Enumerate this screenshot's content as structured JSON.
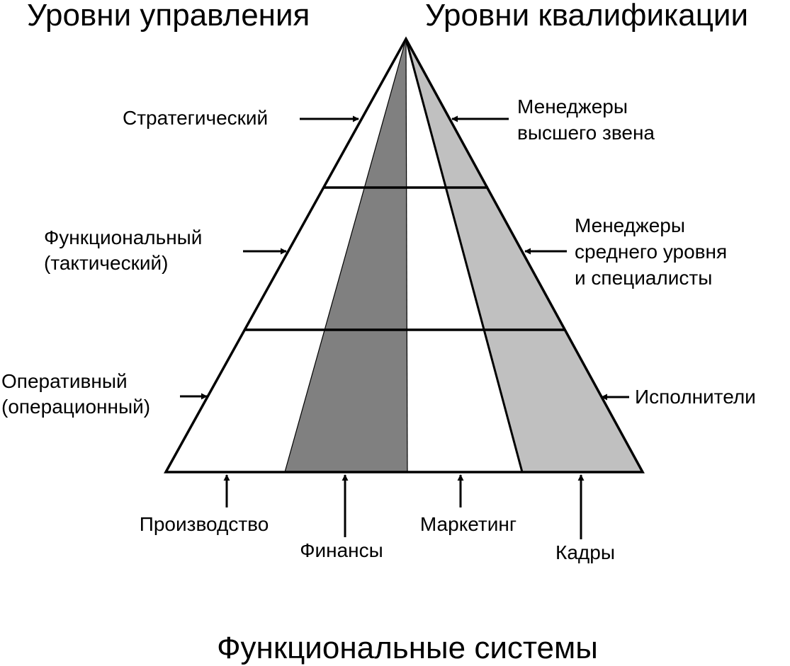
{
  "headings": {
    "management_levels": "Уровни управления",
    "qualification_levels": "Уровни квалификации",
    "functional_systems": "Функциональные системы"
  },
  "management_levels": [
    {
      "line1": "Стратегический",
      "line2": ""
    },
    {
      "line1": "Функциональный",
      "line2": "(тактический)"
    },
    {
      "line1": "Оперативный",
      "line2": "(операционный)"
    }
  ],
  "qualification_levels": [
    {
      "line1": "Менеджеры",
      "line2": "высшего звена",
      "line3": ""
    },
    {
      "line1": "Менеджеры",
      "line2": "среднего уровня",
      "line3": "и специалисты"
    },
    {
      "line1": "Исполнители",
      "line2": "",
      "line3": ""
    }
  ],
  "functional_systems": [
    "Производство",
    "Финансы",
    "Маркетинг",
    "Кадры"
  ],
  "colors": {
    "finance_band": "#808080",
    "hr_band": "#c0c0c0",
    "outline": "#000000",
    "background": "#ffffff"
  }
}
